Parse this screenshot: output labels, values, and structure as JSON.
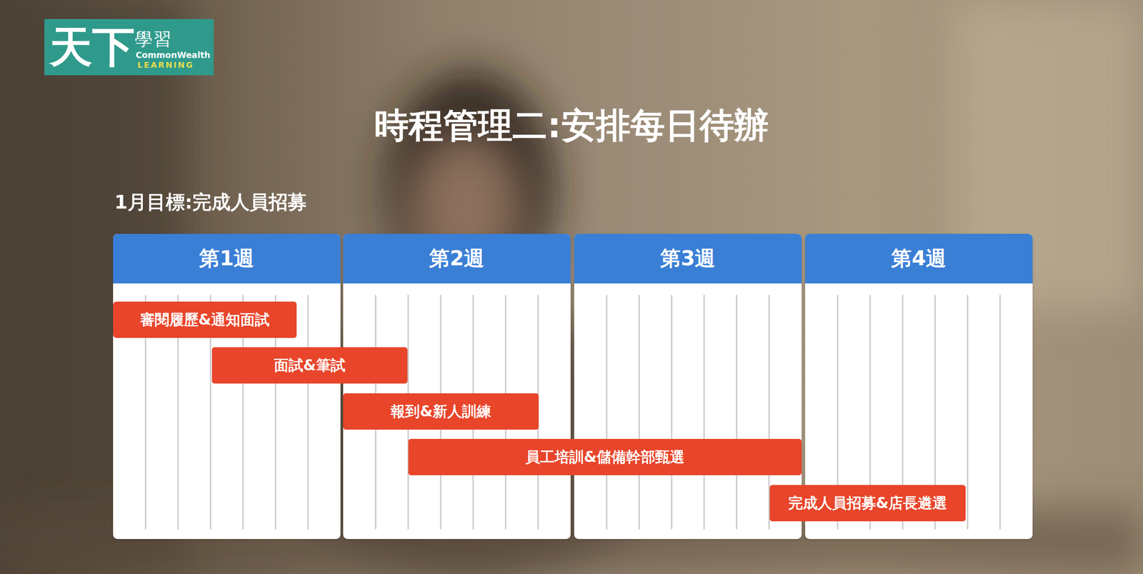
{
  "diagram": {
    "title": "時程管理二:安排每日待辦",
    "nodes": [
      {
        "text": [
          "天下",
          "學習",
          "CommonWealth",
          "LEARNING"
        ]
      },
      {
        "text": [
          "第1週"
        ]
      },
      {
        "text": [
          "第2週"
        ]
      },
      {
        "text": [
          "第3週"
        ]
      },
      {
        "text": [
          "第4週"
        ]
      },
      {
        "text": [
          "審閱履歷&通知面試"
        ]
      },
      {
        "text": [
          "面試&筆試"
        ]
      },
      {
        "text": [
          "報到&新人訓練"
        ]
      },
      {
        "text": [
          "員工培訓&儲備幹部甄選"
        ]
      },
      {
        "text": [
          "完成人員招募&店長遴選"
        ]
      }
    ],
    "labels": [
      "1月目標:完成人員招募"
    ]
  }
}
